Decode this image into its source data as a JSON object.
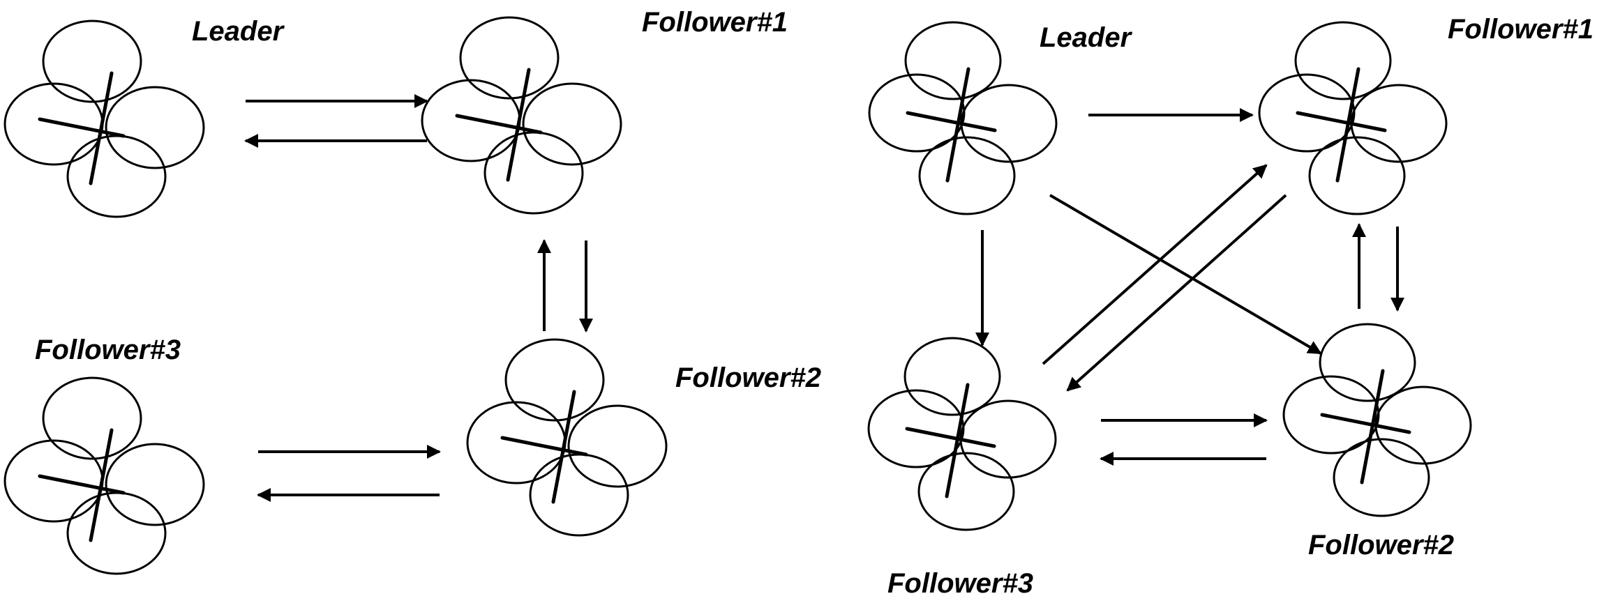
{
  "diagram": {
    "line_color": "#000000",
    "background": "#ffffff",
    "panels": [
      {
        "id": "left",
        "nodes": [
          {
            "id": "L",
            "label": "Leader",
            "icon": "quadcopter-icon"
          },
          {
            "id": "F1",
            "label": "Follower#1",
            "icon": "quadcopter-icon"
          },
          {
            "id": "F2",
            "label": "Follower#2",
            "icon": "quadcopter-icon"
          },
          {
            "id": "F3",
            "label": "Follower#3",
            "icon": "quadcopter-icon"
          }
        ],
        "edges": [
          {
            "from": "L",
            "to": "F1"
          },
          {
            "from": "F1",
            "to": "L"
          },
          {
            "from": "F1",
            "to": "F2"
          },
          {
            "from": "F2",
            "to": "F1"
          },
          {
            "from": "F3",
            "to": "F2"
          },
          {
            "from": "F2",
            "to": "F3"
          }
        ]
      },
      {
        "id": "right",
        "nodes": [
          {
            "id": "L",
            "label": "Leader",
            "icon": "quadcopter-icon"
          },
          {
            "id": "F1",
            "label": "Follower#1",
            "icon": "quadcopter-icon"
          },
          {
            "id": "F2",
            "label": "Follower#2",
            "icon": "quadcopter-icon"
          },
          {
            "id": "F3",
            "label": "Follower#3",
            "icon": "quadcopter-icon"
          }
        ],
        "edges": [
          {
            "from": "L",
            "to": "F1"
          },
          {
            "from": "L",
            "to": "F3"
          },
          {
            "from": "L",
            "to": "F2"
          },
          {
            "from": "F3",
            "to": "F1"
          },
          {
            "from": "F1",
            "to": "F3"
          },
          {
            "from": "F2",
            "to": "F1"
          },
          {
            "from": "F1",
            "to": "F2"
          },
          {
            "from": "F3",
            "to": "F2"
          },
          {
            "from": "F2",
            "to": "F3"
          }
        ]
      }
    ]
  }
}
